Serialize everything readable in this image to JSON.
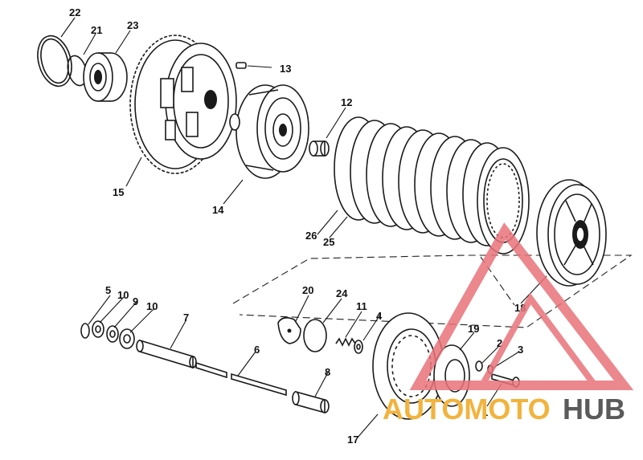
{
  "parts": [
    {
      "id": "p22",
      "label": "22"
    },
    {
      "id": "p21",
      "label": "21"
    },
    {
      "id": "p23",
      "label": "23"
    },
    {
      "id": "p13",
      "label": "13"
    },
    {
      "id": "p12",
      "label": "12"
    },
    {
      "id": "p15",
      "label": "15"
    },
    {
      "id": "p14",
      "label": "14"
    },
    {
      "id": "p26",
      "label": "26"
    },
    {
      "id": "p25",
      "label": "25"
    },
    {
      "id": "p18",
      "label": "18"
    },
    {
      "id": "p20",
      "label": "20"
    },
    {
      "id": "p24",
      "label": "24"
    },
    {
      "id": "p11",
      "label": "11"
    },
    {
      "id": "p4",
      "label": "4"
    },
    {
      "id": "p19",
      "label": "19"
    },
    {
      "id": "p2",
      "label": "2"
    },
    {
      "id": "p3",
      "label": "3"
    },
    {
      "id": "p5",
      "label": "5"
    },
    {
      "id": "p10a",
      "label": "10"
    },
    {
      "id": "p9",
      "label": "9"
    },
    {
      "id": "p10b",
      "label": "10"
    },
    {
      "id": "p7",
      "label": "7"
    },
    {
      "id": "p6",
      "label": "6"
    },
    {
      "id": "p8",
      "label": "8"
    },
    {
      "id": "p1",
      "label": "1"
    },
    {
      "id": "p17",
      "label": "17"
    }
  ],
  "watermark": {
    "part1": "AUTOMOTO",
    "part2": "HUB",
    "color_primary": "#f2b33d",
    "color_secondary": "#5a5a5a",
    "logo_color": "#e8737a"
  }
}
